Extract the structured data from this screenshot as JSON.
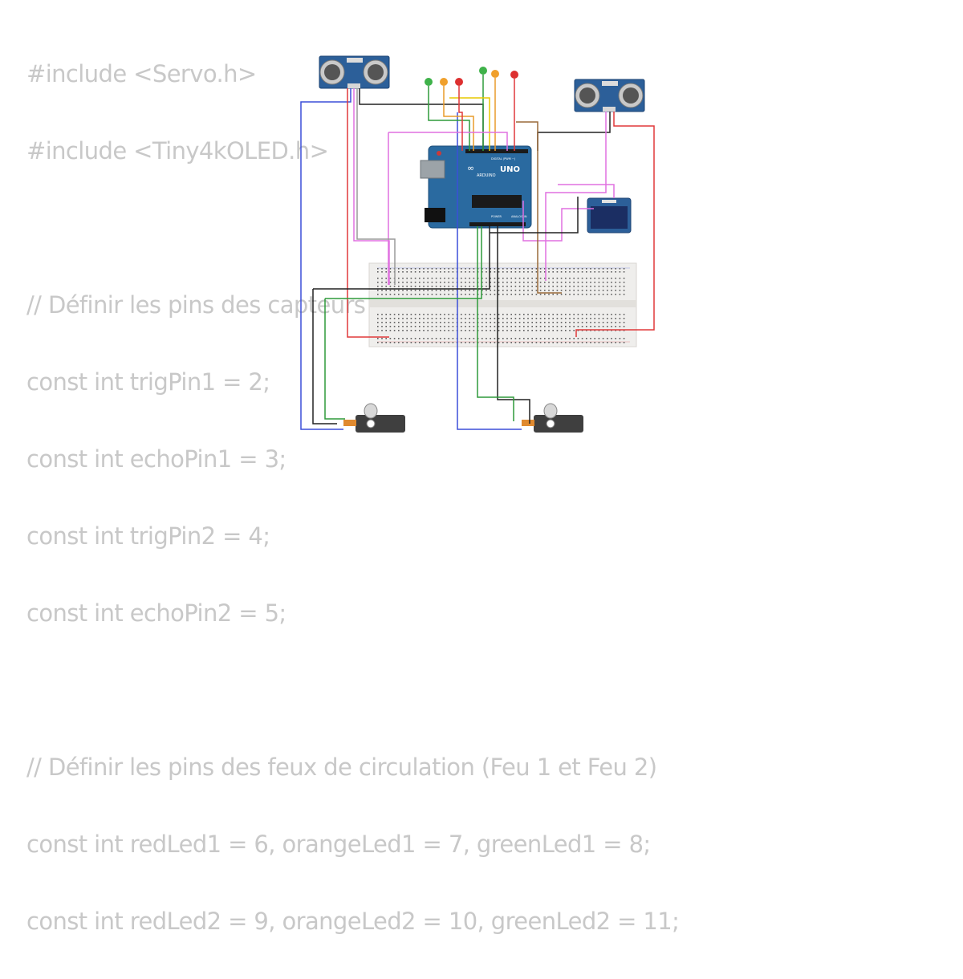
{
  "code": {
    "lines": [
      "#include <Servo.h>",
      "#include <Tiny4kOLED.h>",
      "",
      "// Définir les pins des capteurs à u",
      "const int trigPin1 = 2;",
      "const int echoPin1 = 3;",
      "const int trigPin2 = 4;",
      "const int echoPin2 = 5;",
      "",
      "// Définir les pins des feux de circulation (Feu 1 et Feu 2)",
      "const int redLed1 = 6, orangeLed1 = 7, greenLed1 = 8;",
      "const int redLed2 = 9, orangeLed2 = 10, greenLed2 = 11;"
    ]
  },
  "circuit": {
    "board": {
      "logo": "∞",
      "name": "UNO",
      "brand": "ARDUINO",
      "digital_label": "DIGITAL (PWM ~)",
      "power_label": "POWER",
      "analog_label": "ANALOG IN"
    },
    "leds_group_1": [
      "green",
      "orange",
      "red"
    ],
    "leds_group_2": [
      "green",
      "orange",
      "red"
    ],
    "colors": {
      "pcb": "#2a6aa0",
      "sensor": "#2c5f99",
      "oled_screen": "#1b2e63",
      "breadboard": "#efeeec",
      "servo": "#3f3f3f",
      "wire_red": "#e0393a",
      "wire_black": "#222222",
      "wire_blue": "#3b4fd8",
      "wire_green": "#2e9a3a",
      "wire_magenta": "#e070e0",
      "wire_yellow": "#e7c900",
      "wire_orange": "#e89b2a",
      "wire_brown": "#9a6a3a"
    }
  }
}
